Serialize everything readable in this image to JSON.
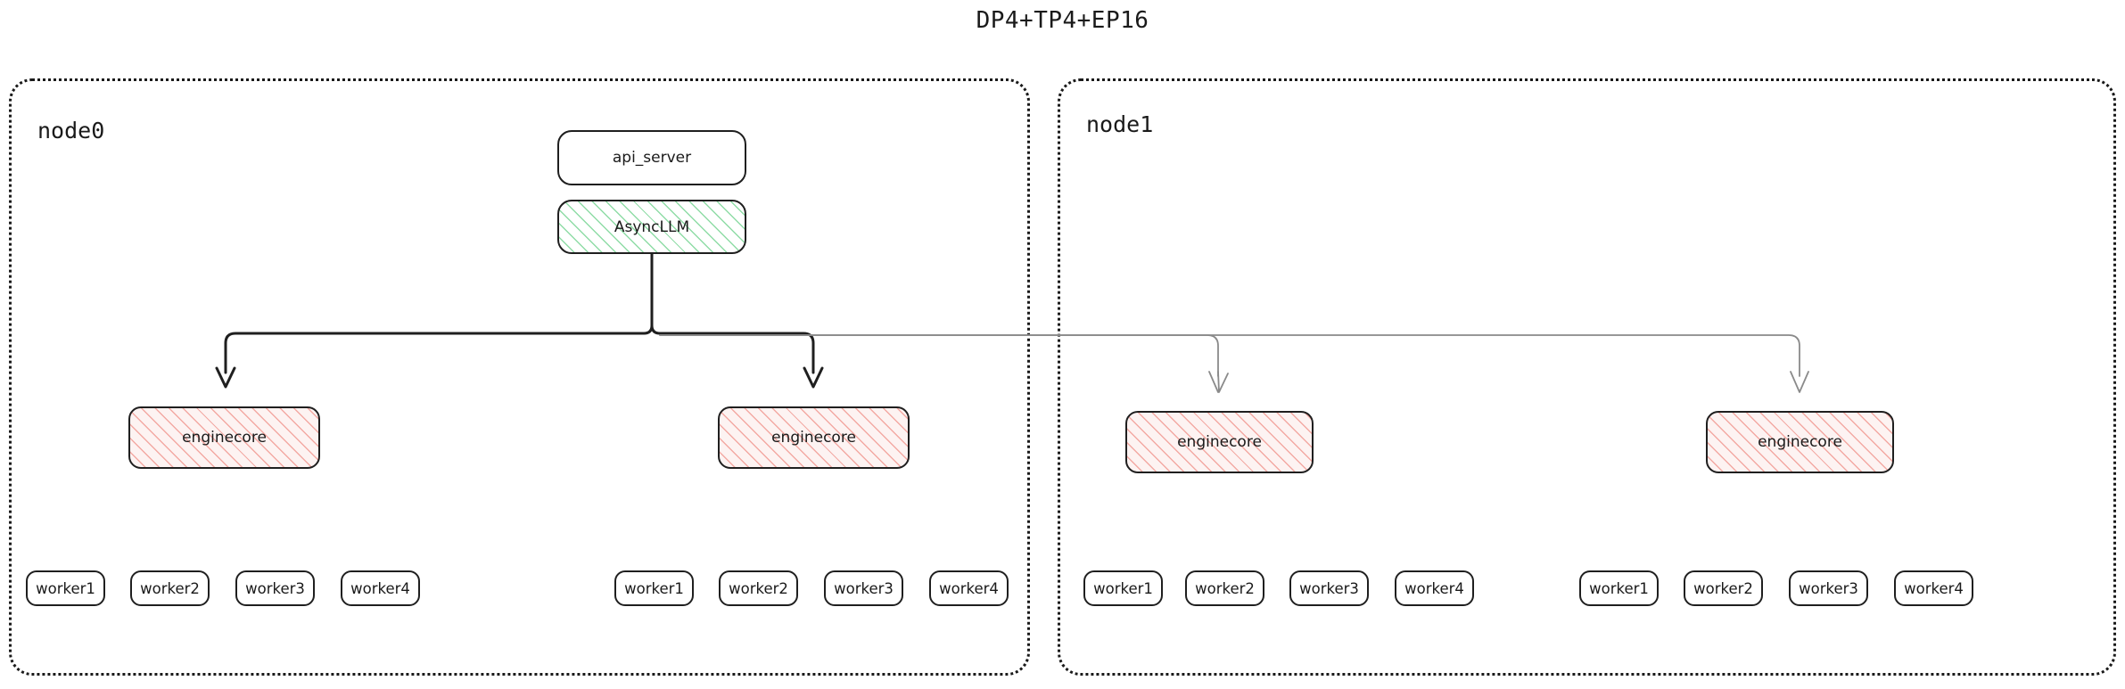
{
  "title": "DP4+TP4+EP16",
  "colors": {
    "stroke_dark": "#1f1f1f",
    "stroke_gray": "#8a8a8a",
    "hatch_green": "#8fdca6",
    "hatch_pink": "#f3a9a3",
    "pink_fill": "#fdf3f2",
    "background": "#ffffff",
    "text": "#1a1a1a"
  },
  "nodes": [
    {
      "id": "node0",
      "label": "node0",
      "services": [
        {
          "id": "api_server",
          "label": "api_server",
          "style": "plain"
        },
        {
          "id": "async_llm",
          "label": "AsyncLLM",
          "style": "hatch-green"
        }
      ],
      "enginecores": [
        {
          "label": "enginecore",
          "style": "hatch-pink",
          "workers": [
            "worker1",
            "worker2",
            "worker3",
            "worker4"
          ]
        },
        {
          "label": "enginecore",
          "style": "hatch-pink",
          "workers": [
            "worker1",
            "worker2",
            "worker3",
            "worker4"
          ]
        }
      ]
    },
    {
      "id": "node1",
      "label": "node1",
      "services": [],
      "enginecores": [
        {
          "label": "enginecore",
          "style": "hatch-pink",
          "workers": [
            "worker1",
            "worker2",
            "worker3",
            "worker4"
          ]
        },
        {
          "label": "enginecore",
          "style": "hatch-pink",
          "workers": [
            "worker1",
            "worker2",
            "worker3",
            "worker4"
          ]
        }
      ]
    }
  ]
}
